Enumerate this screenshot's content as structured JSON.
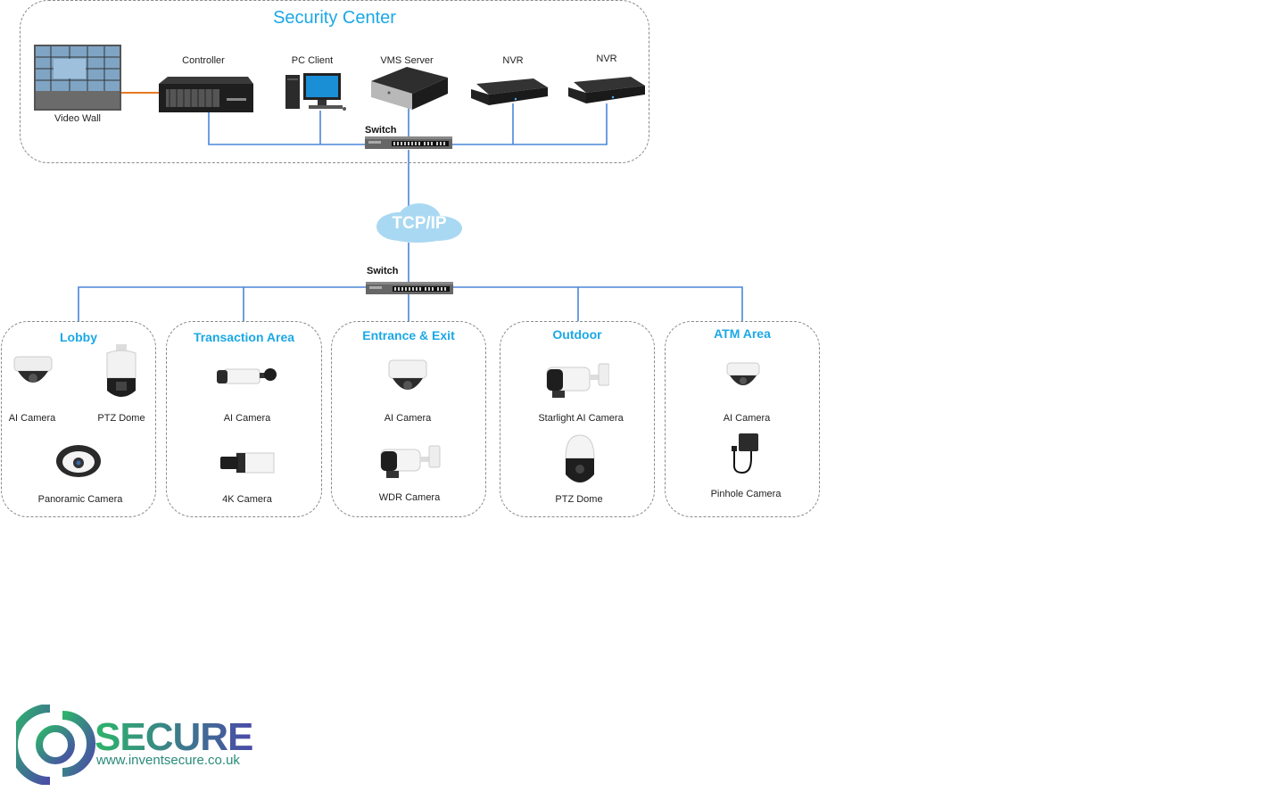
{
  "security_center": {
    "title": "Security Center",
    "devices": [
      {
        "id": "video-wall",
        "label": "Video Wall"
      },
      {
        "id": "controller",
        "label": "Controller"
      },
      {
        "id": "pc-client",
        "label": "PC Client"
      },
      {
        "id": "vms-server",
        "label": "VMS Server"
      },
      {
        "id": "nvr-1",
        "label": "NVR"
      },
      {
        "id": "nvr-2",
        "label": "NVR"
      }
    ],
    "switch_label": "Switch"
  },
  "network": {
    "cloud_label": "TCP/IP",
    "switch_label": "Switch"
  },
  "zones": [
    {
      "title": "Lobby",
      "devices": [
        "AI Camera",
        "PTZ Dome",
        "Panoramic Camera"
      ]
    },
    {
      "title": "Transaction Area",
      "devices": [
        "AI Camera",
        "4K Camera"
      ]
    },
    {
      "title": "Entrance & Exit",
      "devices": [
        "AI Camera",
        "WDR Camera"
      ]
    },
    {
      "title": "Outdoor",
      "devices": [
        "Starlight AI Camera",
        "PTZ Dome"
      ]
    },
    {
      "title": "ATM Area",
      "devices": [
        "AI Camera",
        "Pinhole Camera"
      ]
    }
  ],
  "logo": {
    "name": "SECURE",
    "url": "www.inventsecure.co.uk"
  },
  "colors": {
    "accent": "#1ba8e6",
    "link_line": "#4a86d8",
    "hdmi_line": "#e87a1f"
  }
}
